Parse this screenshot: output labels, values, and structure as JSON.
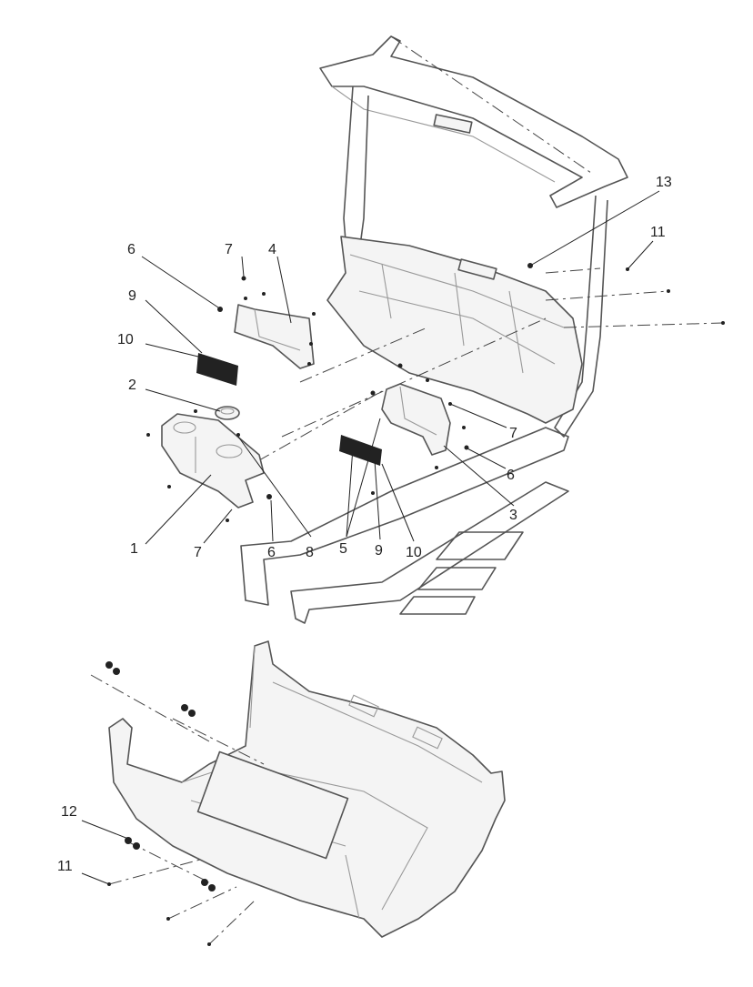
{
  "callouts": {
    "c1": "1",
    "c2": "2",
    "c3": "3",
    "c4": "4",
    "c5": "5",
    "c6a": "6",
    "c6b": "6",
    "c6c": "6",
    "c7a": "7",
    "c7b": "7",
    "c7c": "7",
    "c8": "8",
    "c9a": "9",
    "c9b": "9",
    "c10a": "10",
    "c10b": "10",
    "c11a": "11",
    "c11b": "11",
    "c12": "12",
    "c13": "13"
  }
}
